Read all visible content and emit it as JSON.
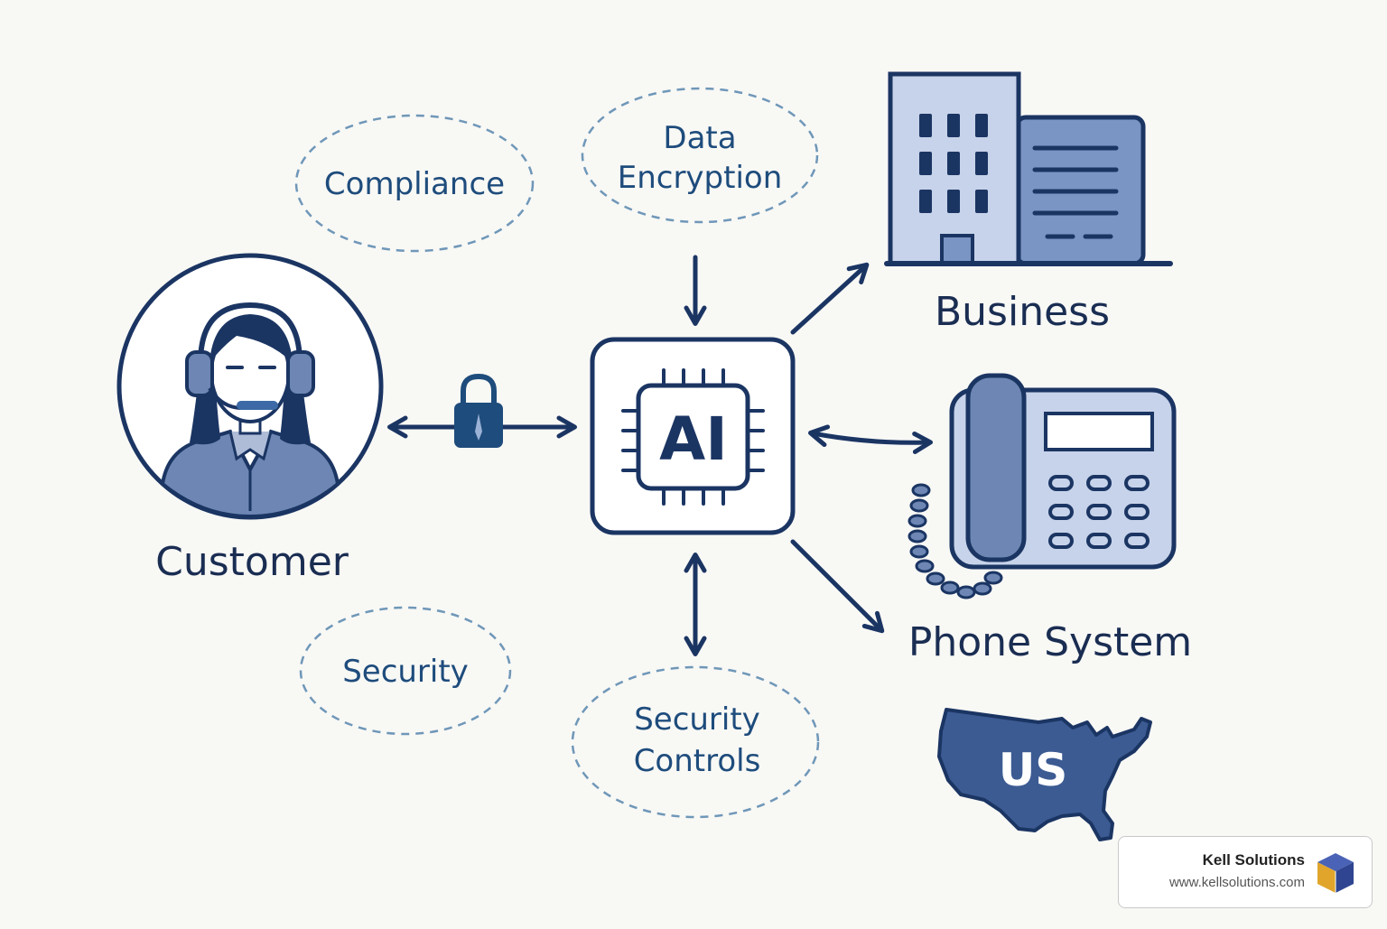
{
  "nodes": {
    "customer": "Customer",
    "ai": "AI",
    "business": "Business",
    "phone_system": "Phone System",
    "us": "US"
  },
  "concepts": {
    "compliance": "Compliance",
    "data_encryption": [
      "Data",
      "Encryption"
    ],
    "security": "Security",
    "security_controls": [
      "Security",
      "Controls"
    ]
  },
  "badge": {
    "name": "Kell Solutions",
    "url": "www.kellsolutions.com"
  },
  "icons": {
    "customer": "customer-agent-headset-icon",
    "ai": "ai-chip-icon",
    "business": "office-building-icon",
    "phone": "desk-phone-icon",
    "lock": "padlock-icon",
    "us": "us-map-icon",
    "logo": "cube-logo-icon"
  },
  "colors": {
    "dark_navy": "#1b3563",
    "mid_blue": "#6d86b4",
    "light_blue": "#c7d3ea",
    "dashed_outline": "#6f97b8",
    "background": "#f8f8f5"
  }
}
